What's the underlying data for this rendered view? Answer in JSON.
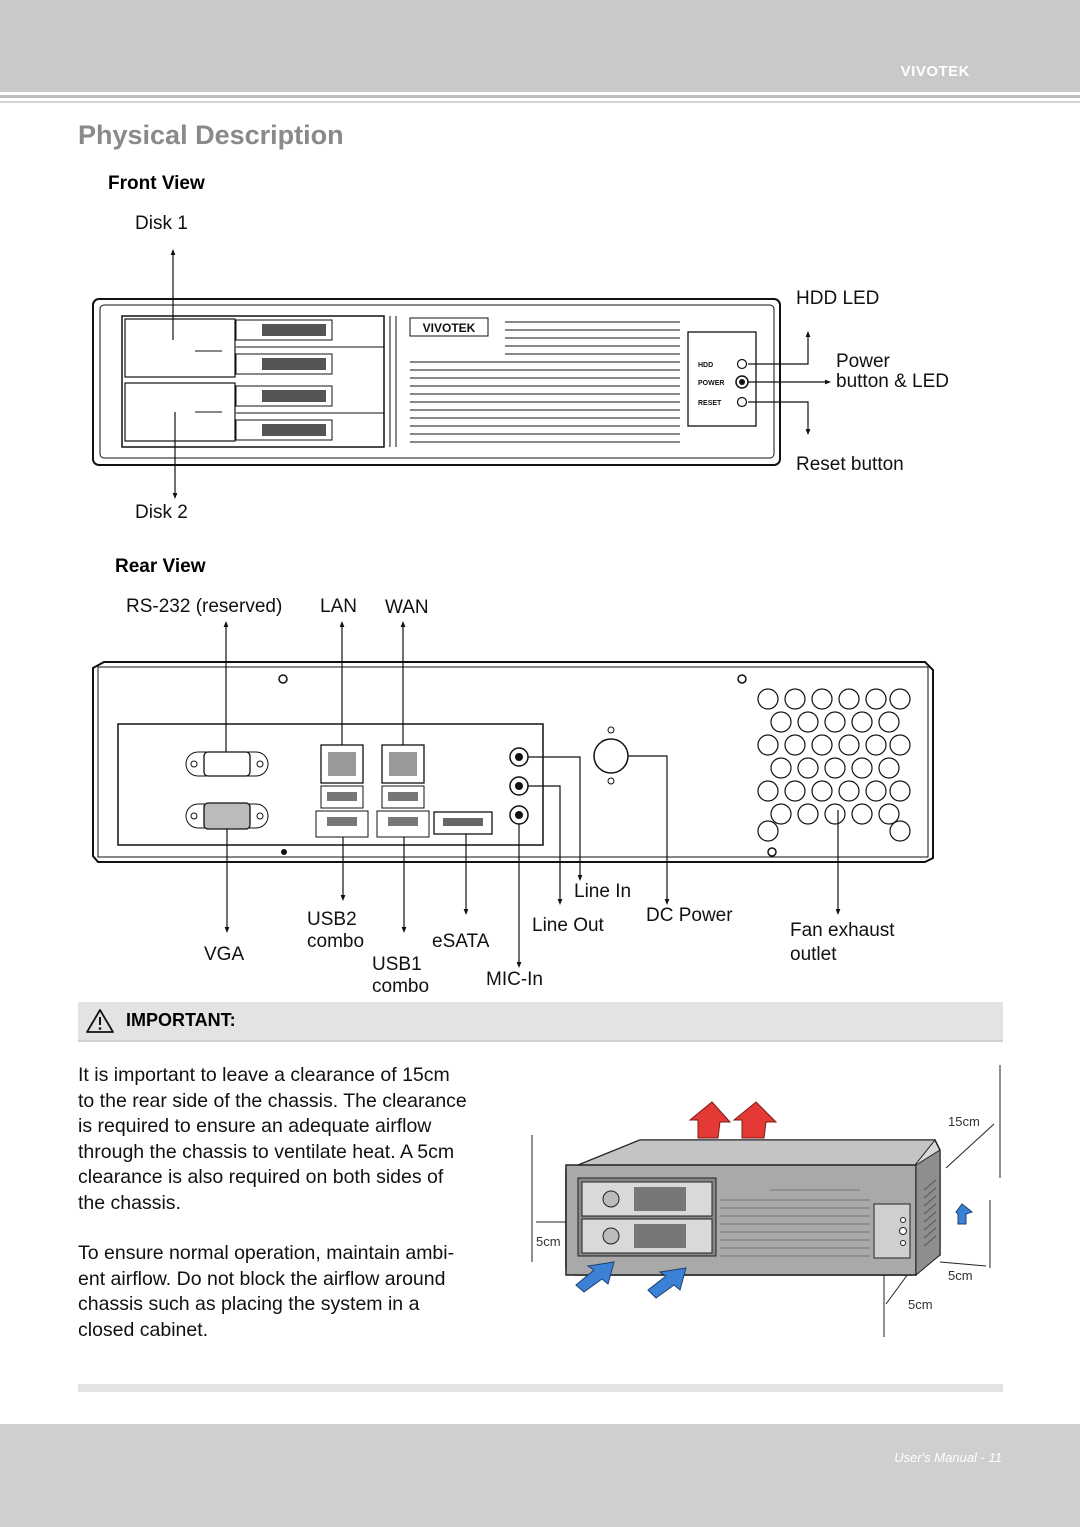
{
  "header": {
    "brand": "VIVOTEK"
  },
  "page_title": "Physical Description",
  "front_view": {
    "heading": "Front View",
    "labels": {
      "disk1": "Disk 1",
      "disk2": "Disk 2",
      "hdd_led": "HDD LED",
      "power_line1": "Power",
      "power_line2": "button & LED",
      "reset": "Reset button"
    },
    "panel": {
      "logo": "VIVOTEK",
      "hdd": "HDD",
      "power": "POWER",
      "reset": "RESET"
    }
  },
  "rear_view": {
    "heading": "Rear View",
    "labels": {
      "rs232": "RS-232 (reserved)",
      "lan": "LAN",
      "wan": "WAN",
      "line_in": "Line In",
      "usb2_line1": "USB2",
      "usb2_line2": "combo",
      "esata": "eSATA",
      "line_out": "Line Out",
      "dc_power": "DC Power",
      "fan_line1": "Fan exhaust",
      "fan_line2": "outlet",
      "vga": "VGA",
      "usb1_line1": "USB1",
      "usb1_line2": "combo",
      "mic_in": "MIC-In"
    }
  },
  "important": {
    "label": "IMPORTANT:",
    "icon": "warning-triangle-icon",
    "paragraph1_lines": [
      "It is important to leave a clearance of 15cm",
      "to the rear side of the chassis. The clearance",
      "is required to ensure an adequate airflow",
      "through the chassis to ventilate heat. A 5cm",
      "clearance is also required on both sides of",
      "the chassis."
    ],
    "paragraph2_lines": [
      "To ensure normal operation, maintain ambi-",
      "ent airflow. Do not block the airflow around",
      "chassis such as placing the system in a",
      "closed cabinet."
    ]
  },
  "airflow_diagram": {
    "dim_rear": "15cm",
    "dim_left": "5cm",
    "dim_right_side": "5cm",
    "dim_bottom": "5cm",
    "colors": {
      "exhaust": "#e53935",
      "intake": "#3b82d6"
    }
  },
  "footer": {
    "text": "User's Manual - 11"
  }
}
